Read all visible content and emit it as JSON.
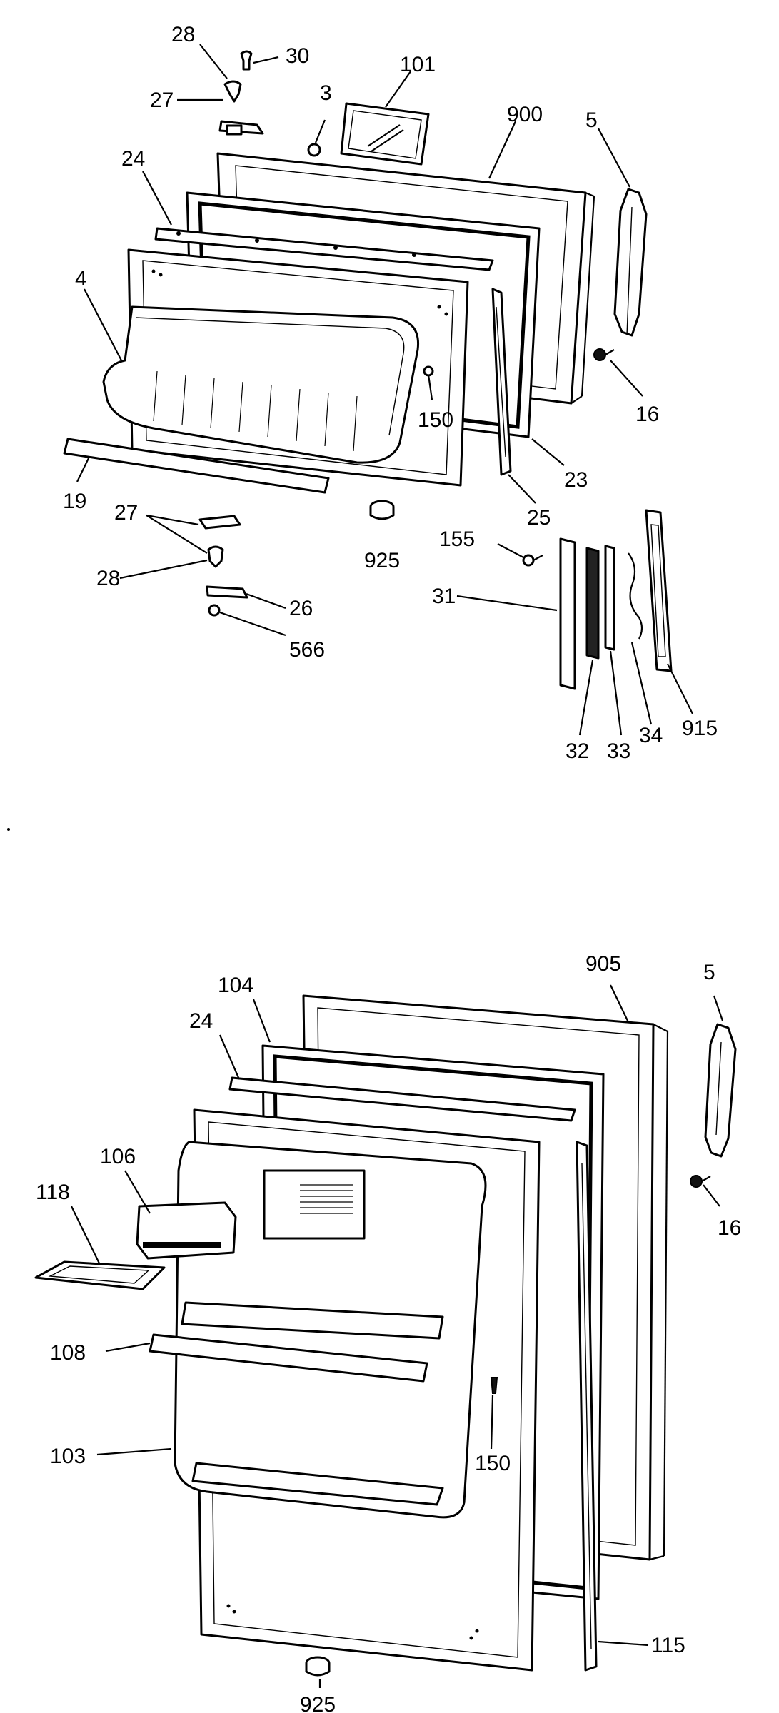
{
  "diagram": {
    "type": "exploded-parts-view",
    "freezer_door_callouts": [
      "28",
      "30",
      "101",
      "27",
      "3",
      "900",
      "5",
      "24",
      "4",
      "150",
      "16",
      "19",
      "23",
      "25",
      "27",
      "925",
      "155",
      "28",
      "31",
      "26",
      "566",
      "915",
      "32",
      "33",
      "34"
    ],
    "fresh_food_door_callouts": [
      "905",
      "5",
      "104",
      "24",
      "106",
      "118",
      "16",
      "108",
      "103",
      "150",
      "925",
      "115"
    ]
  }
}
